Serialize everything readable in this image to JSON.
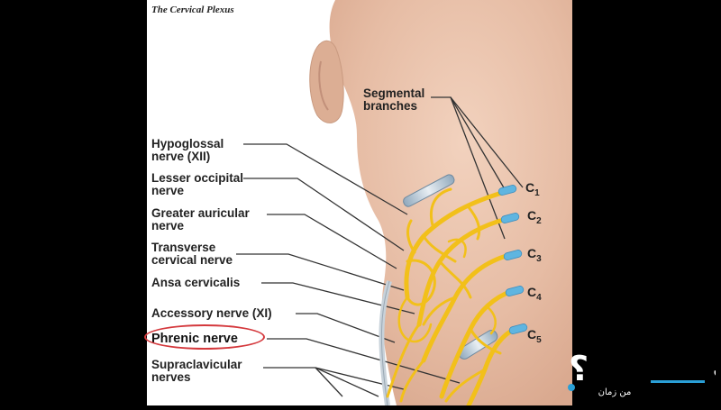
{
  "caption": "The Cervical Plexus",
  "labels": {
    "hypoglossal": "Hypoglossal\nnerve (XII)",
    "lesser_occipital": "Lesser occipital\nnerve",
    "greater_auricular": "Greater auricular\nnerve",
    "transverse_cervical": "Transverse\ncervical nerve",
    "ansa_cervicalis": "Ansa cervicalis",
    "accessory": "Accessory nerve (XI)",
    "phrenic": "Phrenic nerve",
    "supraclavicular": "Supraclavicular\nnerves",
    "segmental": "Segmental\nbranches"
  },
  "roots": [
    {
      "letter": "C",
      "num": "1"
    },
    {
      "letter": "C",
      "num": "2"
    },
    {
      "letter": "C",
      "num": "3"
    },
    {
      "letter": "C",
      "num": "4"
    },
    {
      "letter": "C",
      "num": "5"
    }
  ],
  "highlighted_label": "phrenic",
  "colors": {
    "background": "#000000",
    "figure_bg": "#ffffff",
    "skin": "#e8c0a8",
    "nerve": "#f2c01a",
    "root_blue": "#5fb5e0",
    "highlight": "#d4383c",
    "watermark_white": "#ffffff",
    "watermark_blue": "#2a9fd6"
  },
  "watermark": {
    "main": "وينـك؟",
    "sub": "من زمان"
  }
}
